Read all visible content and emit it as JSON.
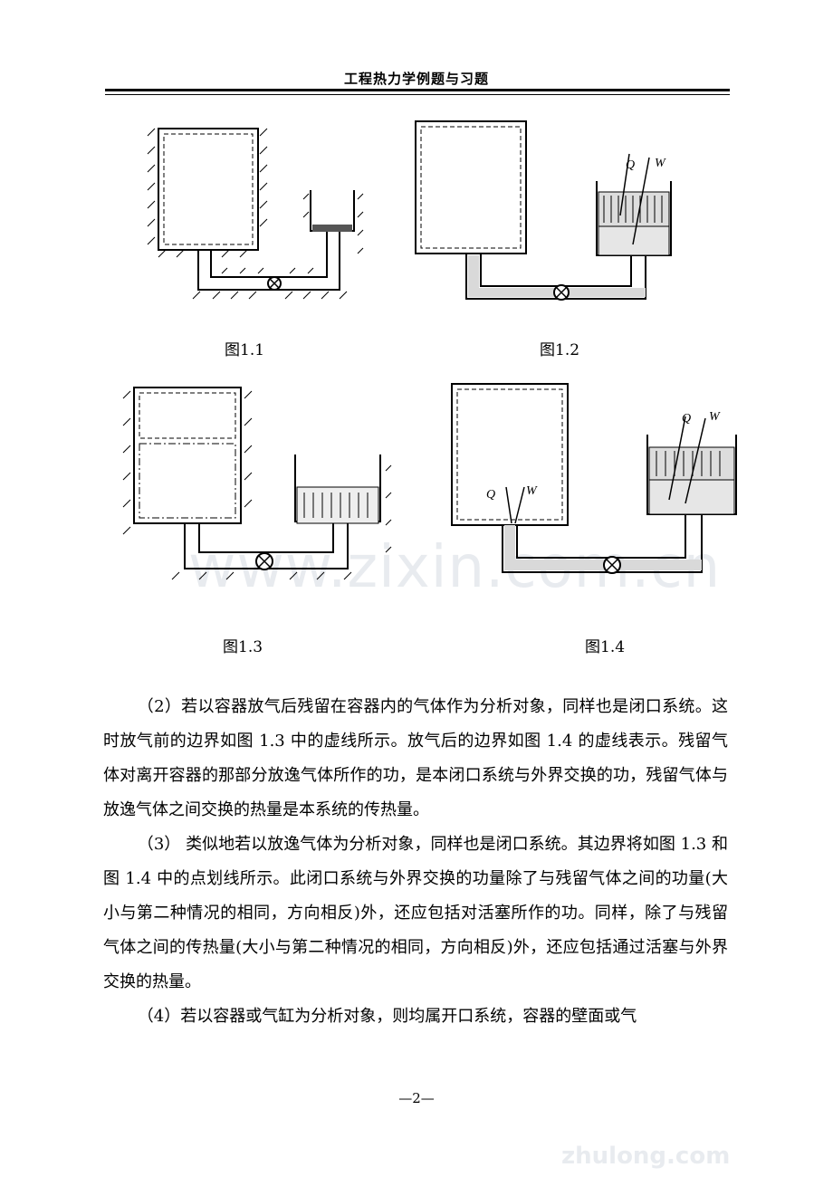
{
  "header": {
    "title": "工程热力学例题与习题"
  },
  "figures": [
    {
      "caption": "图1.1"
    },
    {
      "caption": "图1.2",
      "labels": {
        "q": "Q",
        "w": "W"
      }
    },
    {
      "caption": "图1.3"
    },
    {
      "caption": "图1.4",
      "labels": {
        "q_piston": "Q",
        "w_piston": "W",
        "q_vessel": "Q",
        "w_vessel": "W"
      }
    }
  ],
  "paragraphs": [
    "（2）若以容器放气后残留在容器内的气体作为分析对象，同样也是闭口系统。这时放气前的边界如图 1.3 中的虚线所示。放气后的边界如图 1.4 的虚线表示。残留气体对离开容器的那部分放逸气体所作的功，是本闭口系统与外界交换的功，残留气体与放逸气体之间交换的热量是本系统的传热量。",
    "（3） 类似地若以放逸气体为分析对象，同样也是闭口系统。其边界将如图 1.3 和图 1.4 中的点划线所示。此闭口系统与外界交换的功量除了与残留气体之间的功量(大小与第二种情况的相同，方向相反)外，还应包括对活塞所作的功。同样，除了与残留气体之间的传热量(大小与第二种情况的相同，方向相反)外，还应包括通过活塞与外界交换的热量。",
    "（4）若以容器或气缸为分析对象，则均属开口系统，容器的壁面或气"
  ],
  "footer": {
    "page_number": "—2—"
  },
  "watermarks": {
    "main": "www.zixin.com.cn",
    "corner": "zhulong.com"
  }
}
